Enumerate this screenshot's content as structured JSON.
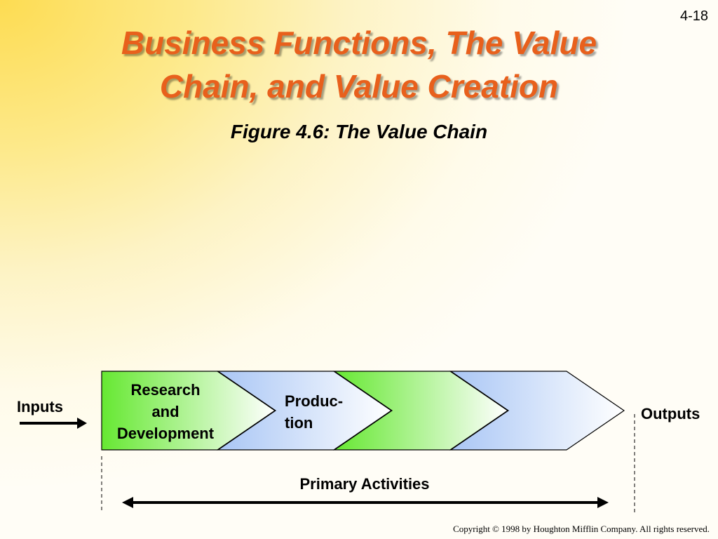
{
  "slide": {
    "number": "4-18",
    "title_line1": "Business Functions, The Value",
    "title_line2": "Chain, and Value Creation",
    "subtitle": "Figure 4.6:  The Value Chain"
  },
  "diagram": {
    "inputs_label": "Inputs",
    "outputs_label": "Outputs",
    "primary_activities_label": "Primary Activities",
    "chevrons": [
      {
        "line1": "Research",
        "line2": "and",
        "line3": "Development",
        "color": "#66e832"
      },
      {
        "line1": "Produc-",
        "line2": "tion",
        "color": "#a9c6f5"
      },
      {
        "line1": "",
        "color": "#66e832"
      },
      {
        "line1": "",
        "color": "#a9c6f5"
      }
    ]
  },
  "footer": {
    "copyright": "Copyright © 1998 by Houghton Mifflin Company.  All rights reserved."
  },
  "colors": {
    "title": "#e8601c",
    "green": "#66e832",
    "blue": "#a9c6f5"
  }
}
